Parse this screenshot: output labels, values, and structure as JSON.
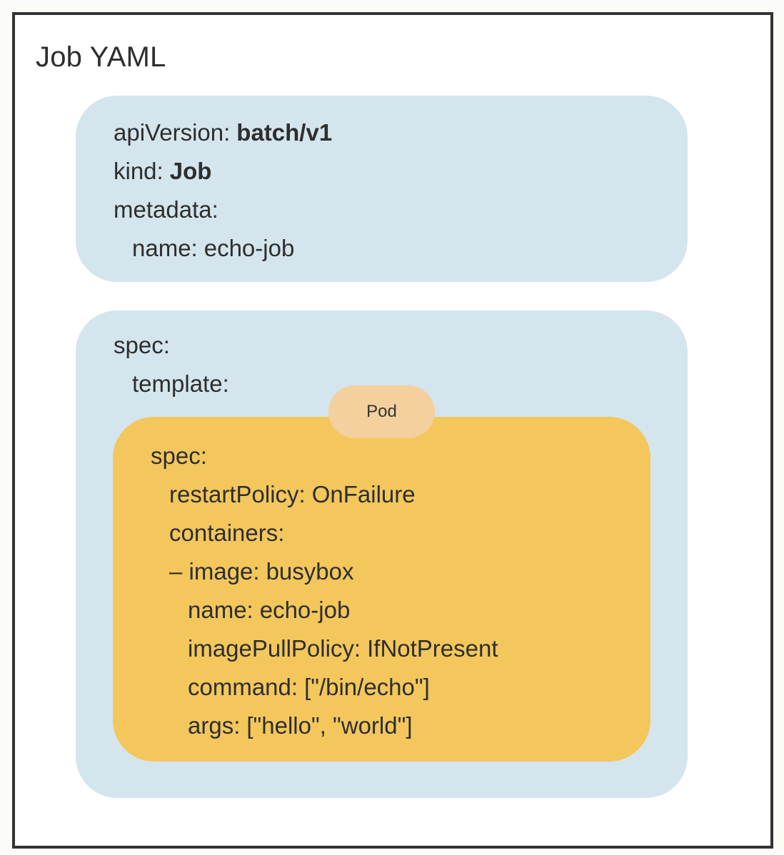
{
  "title": "Job YAML",
  "colors": {
    "frame_border": "#333333",
    "blue_block": "#d4e5ed",
    "pod_block": "#f3c75c",
    "pod_label_bg": "#f3d09e",
    "text": "#2e2e2e"
  },
  "metadata_block": {
    "lines": [
      {
        "key": "apiVersion:",
        "value": "batch/v1",
        "bold_value": true
      },
      {
        "key": "kind:",
        "value": "Job",
        "bold_value": true
      },
      {
        "key": "metadata:",
        "value": "",
        "bold_value": false
      },
      {
        "key": "name:",
        "value": "echo-job",
        "bold_value": false
      }
    ]
  },
  "spec_block": {
    "lines": [
      {
        "key": "spec:",
        "value": ""
      },
      {
        "key": "template:",
        "value": ""
      }
    ]
  },
  "pod_label": "Pod",
  "pod_block": {
    "lines": [
      {
        "key": "spec:",
        "value": ""
      },
      {
        "key": "restartPolicy:",
        "value": "OnFailure"
      },
      {
        "key": "containers:",
        "value": ""
      },
      {
        "key": "– image:",
        "value": "busybox"
      },
      {
        "key": "name:",
        "value": "echo-job"
      },
      {
        "key": "imagePullPolicy:",
        "value": "IfNotPresent"
      },
      {
        "key": "command:",
        "value": "[\"/bin/echo\"]"
      },
      {
        "key": "args:",
        "value": "[\"hello\", \"world\"]"
      }
    ]
  }
}
